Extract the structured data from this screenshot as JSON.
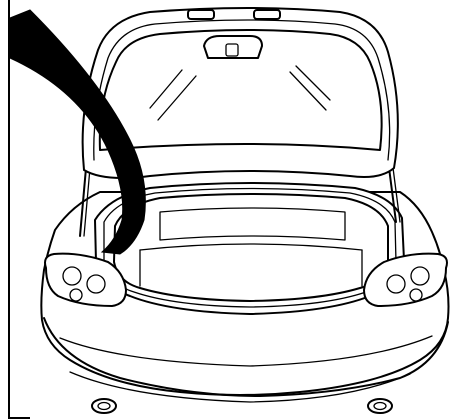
{
  "figure": {
    "subject": "car-rear-boot-lid-open",
    "elements": [
      "boot-lid",
      "rear-window",
      "boot-opening",
      "boot-seal",
      "gas-struts",
      "tail-lights",
      "rear-bumper",
      "exhaust-tips",
      "black-pointer-band"
    ],
    "colors": {
      "ink": "#000000",
      "paper": "#ffffff"
    }
  }
}
